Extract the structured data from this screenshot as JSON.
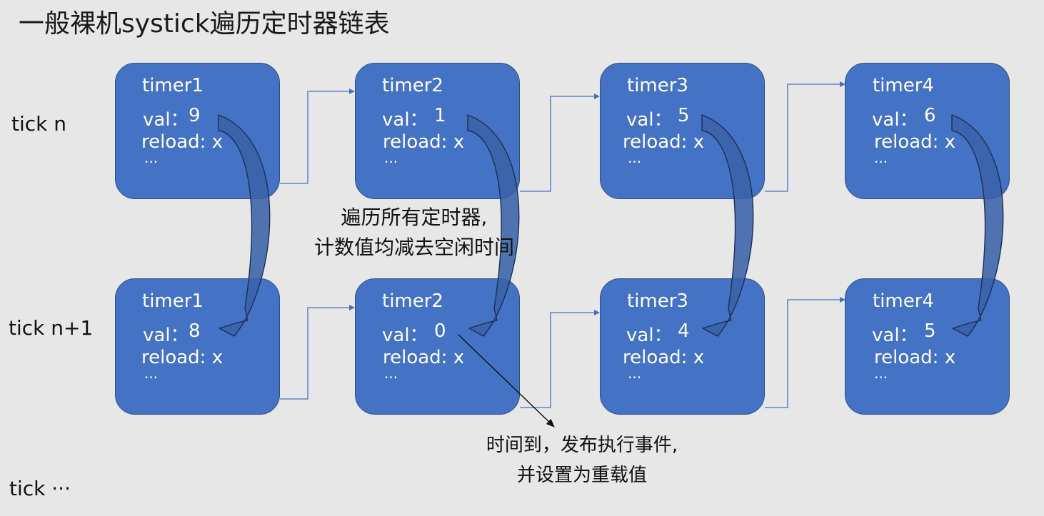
{
  "title": "一般裸机systick遍历定时器链表",
  "row_labels": [
    "tick n",
    "tick n+1",
    "tick ···"
  ],
  "field_labels": {
    "val_label": "val：",
    "reload_label": "reload: x",
    "ellipsis": "···"
  },
  "rows": [
    {
      "timers": [
        {
          "name": "timer1",
          "val": "9"
        },
        {
          "name": "timer2",
          "val": "1"
        },
        {
          "name": "timer3",
          "val": "5"
        },
        {
          "name": "timer4",
          "val": "6"
        }
      ]
    },
    {
      "timers": [
        {
          "name": "timer1",
          "val": "8"
        },
        {
          "name": "timer2",
          "val": "0"
        },
        {
          "name": "timer3",
          "val": "4"
        },
        {
          "name": "timer4",
          "val": "5"
        }
      ]
    }
  ],
  "notes": {
    "traverse_line1": "遍历所有定时器,",
    "traverse_line2": "计数值均减去空闲时间",
    "timeout_line1": "时间到，发布执行事件,",
    "timeout_line2": "并设置为重载值"
  },
  "colors": {
    "box_fill": "#4472c4",
    "box_border": "#2f4f80",
    "link_line": "#4472c4",
    "curved_arrow": "#2f5597",
    "background": "#e7e7e7"
  }
}
